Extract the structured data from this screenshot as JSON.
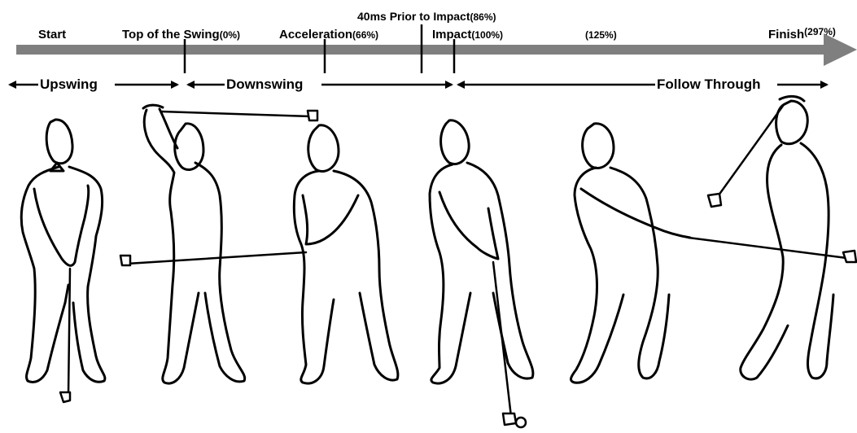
{
  "timeline": {
    "bar_color": "#7f7f7f",
    "events": [
      {
        "label": "Start",
        "pct": ""
      },
      {
        "label": "Top of the Swing",
        "pct": "(0%)"
      },
      {
        "label": "Acceleration",
        "pct": "(66%)"
      },
      {
        "label": "40ms Prior to Impact",
        "pct": "(86%)"
      },
      {
        "label": "Impact",
        "pct": "(100%)"
      },
      {
        "label": "",
        "pct": "(125%)"
      },
      {
        "label": "Finish",
        "pct": "(297%)"
      }
    ]
  },
  "phases": [
    {
      "label": "Upswing"
    },
    {
      "label": "Downswing"
    },
    {
      "label": "Follow Through"
    }
  ],
  "figures": [
    {
      "name": "golfer-start-pose"
    },
    {
      "name": "golfer-top-of-swing-pose"
    },
    {
      "name": "golfer-acceleration-pose"
    },
    {
      "name": "golfer-impact-pose"
    },
    {
      "name": "golfer-follow-through-pose"
    },
    {
      "name": "golfer-finish-pose"
    }
  ]
}
